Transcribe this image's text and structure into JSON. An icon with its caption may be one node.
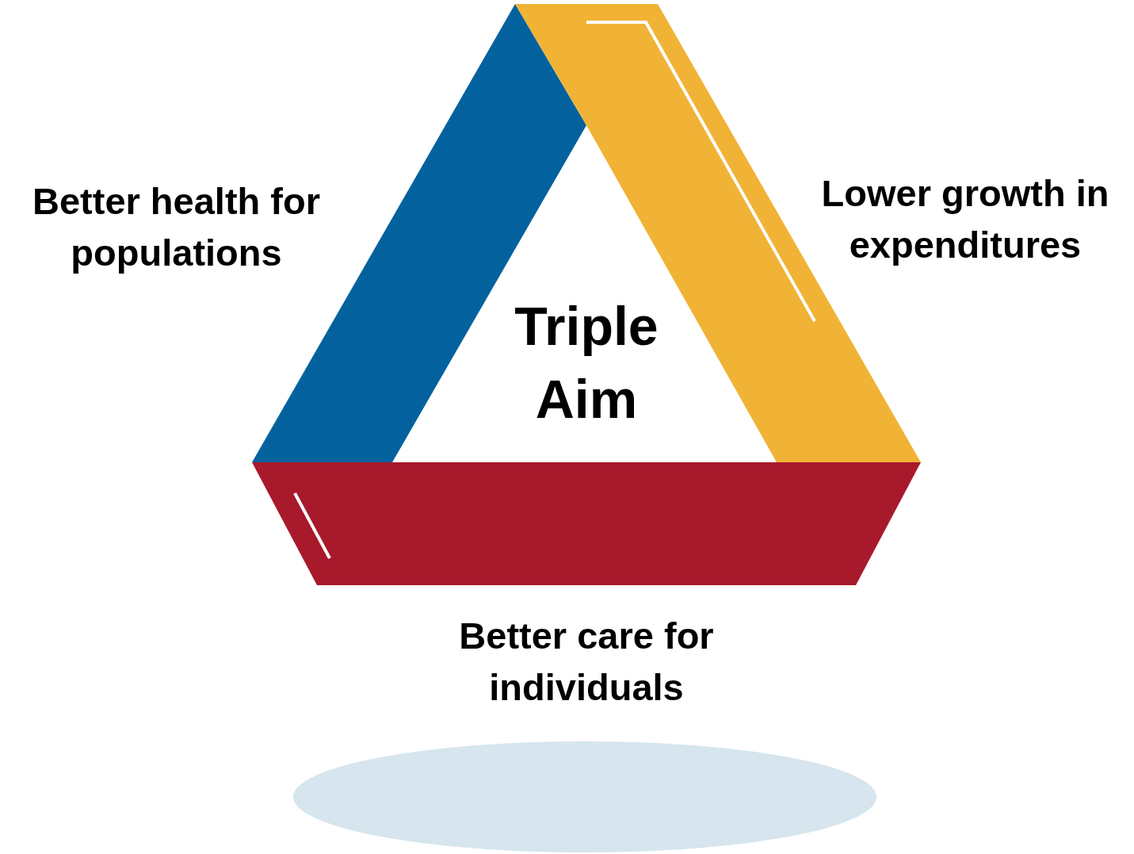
{
  "diagram": {
    "labels": [
      "Better health for populations",
      "Lower growth in expenditures",
      "Triple Aim",
      "Better care for individuals"
    ]
  }
}
